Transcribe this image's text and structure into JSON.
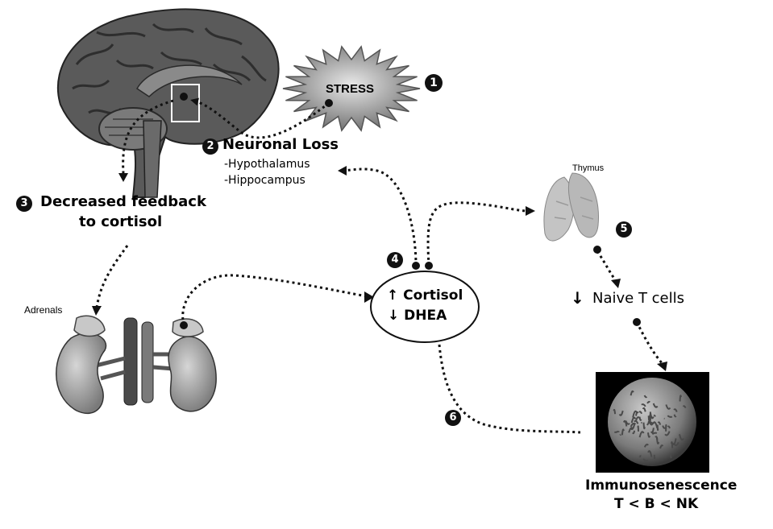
{
  "nodes": {
    "stress": "STRESS",
    "neuronal_loss": {
      "number": "2",
      "title": "Neuronal Loss",
      "items": [
        "-Hypothalamus",
        "-Hippocampus"
      ]
    },
    "feedback": {
      "number": "3",
      "line1": "Decreased feedback",
      "line2": "to cortisol"
    },
    "adrenals": "Adrenals",
    "hormones": {
      "number": "4",
      "cortisol": "↑ Cortisol",
      "dhea": "↓ DHEA"
    },
    "thymus": "Thymus",
    "naive": {
      "number": "5",
      "arrow": "↓",
      "label": "Naive T cells"
    },
    "immuno": {
      "number": "6",
      "title": "Immunosenescence",
      "order": "T < B < NK"
    },
    "stress_number": "1"
  },
  "colors": {
    "brain": "#5a5a5a",
    "brain_fold": "#2e2e2e",
    "stress_fill": "#9a9a9a",
    "kidney": "#a8a8a8",
    "thymus": "#c4c4c4",
    "cell": "#7f7f7f",
    "arrow": "#111111"
  }
}
